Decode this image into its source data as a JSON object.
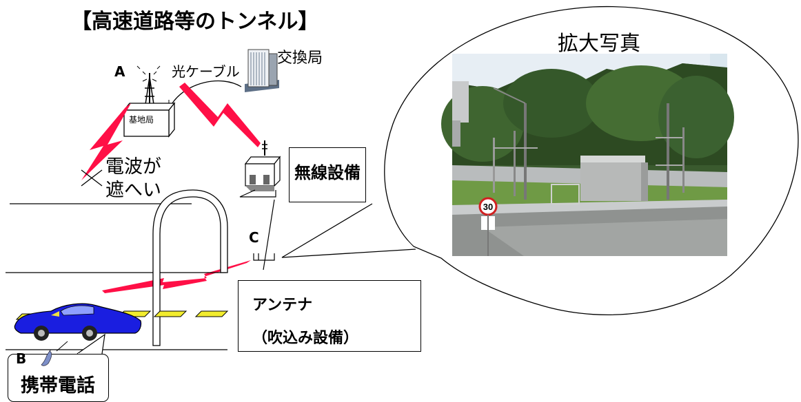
{
  "title": "【高速道路等のトンネル】",
  "labels": {
    "point_a": "A",
    "fiber_cable": "光ケーブル",
    "exchange": "交換局",
    "base_station": "基地局",
    "blocked_line1": "電波が",
    "blocked_line2": "遮へい",
    "radio_equipment": "無線設備",
    "point_c": "C",
    "antenna_line1": "アンテナ",
    "antenna_line2": "（吹込み設備）",
    "point_b": "B",
    "mobile_phone": "携帯電話",
    "zoom_photo": "拡大写真"
  },
  "photo": {
    "speed_sign": "30"
  },
  "colors": {
    "radio_wave": "#ff0f46",
    "car_body": "#1a1ee0",
    "road_marking": "#f2ec2e"
  }
}
